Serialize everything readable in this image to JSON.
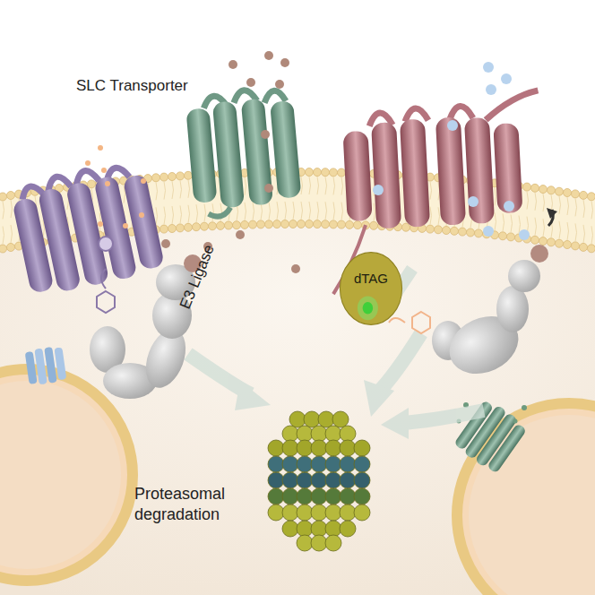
{
  "diagram": {
    "nodes": [
      {
        "text": [
          "dTAG"
        ]
      }
    ],
    "labels": [
      "SLC Transporter",
      "E3 Ligase",
      "Proteasomal degradation"
    ]
  }
}
